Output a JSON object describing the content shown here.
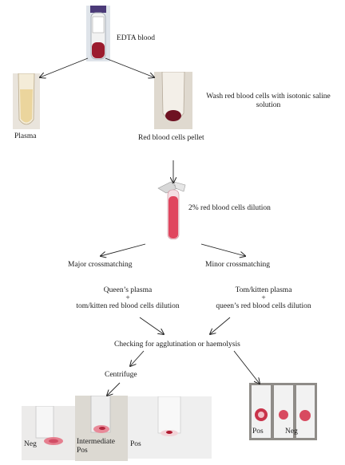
{
  "labels": {
    "edta_blood": "EDTA blood",
    "plasma": "Plasma",
    "wash_step": "Wash red blood cells with isotonic saline solution",
    "rbc_pellet": "Red blood cells pellet",
    "dilution": "2% red blood cells dilution",
    "major": "Major crossmatching",
    "minor": "Minor crossmatching",
    "major_line1": "Queen’s plasma",
    "major_plus": "+",
    "major_line2": "tom/kitten red blood cells dilution",
    "minor_line1": "Tom/kitten plasma",
    "minor_plus": "+",
    "minor_line2": "queen’s red blood cells dilution",
    "checking": "Checking for agglutination or haemolysis",
    "centrifuge": "Centrifuge",
    "neg": "Neg",
    "intermediate_pos": "Intermediate\nPos",
    "pos": "Pos",
    "slide_pos": "Pos",
    "slide_neg": "Neg"
  },
  "colors": {
    "blood": "#9b1c2e",
    "dilution": "#e0455e",
    "arrow": "#222222"
  }
}
